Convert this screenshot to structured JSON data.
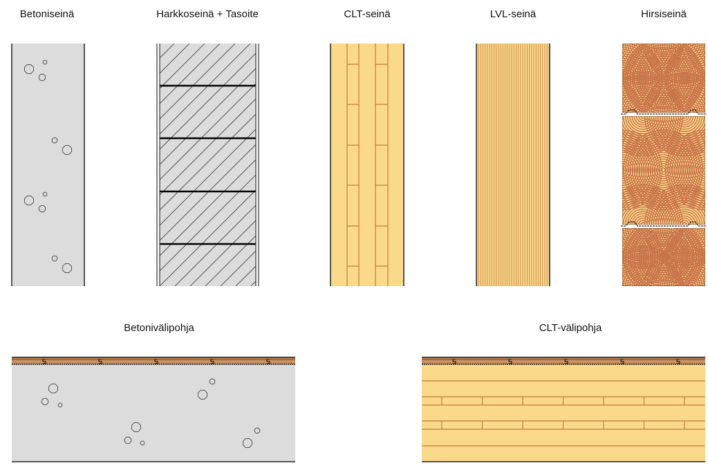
{
  "walls": [
    {
      "id": "betoni",
      "label": "Betoniseinä"
    },
    {
      "id": "harkko",
      "label": "Harkkoseinä + Tasoite"
    },
    {
      "id": "clt",
      "label": "CLT-seinä"
    },
    {
      "id": "lvl",
      "label": "LVL-seinä"
    },
    {
      "id": "hirsi",
      "label": "Hirsiseinä"
    }
  ],
  "floors": [
    {
      "id": "betoni",
      "label": "Betonivälipohja"
    },
    {
      "id": "clt",
      "label": "CLT-välipohja"
    }
  ],
  "colors": {
    "concrete": "#dcdcdc",
    "wood": "#fbd98b",
    "wood_line": "#c07b3e",
    "floorboard": "#c98f5f",
    "log_ring": "#c8744a"
  }
}
